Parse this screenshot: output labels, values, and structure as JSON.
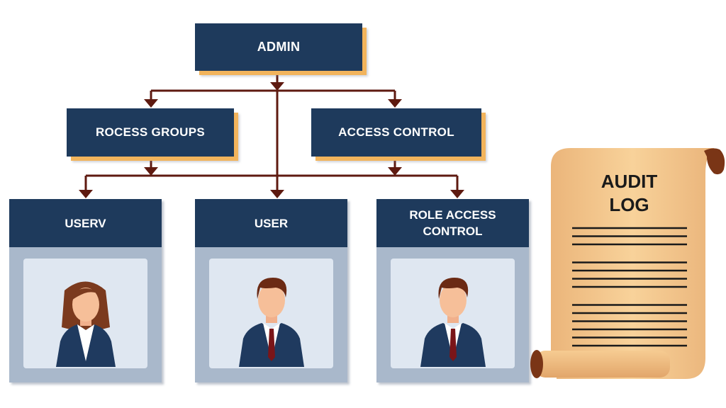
{
  "diagram": {
    "root": {
      "label": "ADMIN"
    },
    "level2": [
      {
        "label": "ROCESS GROUPS"
      },
      {
        "label": "ACCESS CONTROL"
      }
    ],
    "cards": [
      {
        "label": "USERV",
        "avatar": "female-user-icon"
      },
      {
        "label": "USER",
        "avatar": "male-user-icon"
      },
      {
        "label": "ROLE ACCESS CONTROL",
        "avatar": "male-user-icon"
      }
    ],
    "audit_log": {
      "title_line1": "AUDIT",
      "title_line2": "LOG",
      "line_groups": [
        3,
        4,
        6
      ]
    }
  },
  "colors": {
    "box": "#1e3a5c",
    "box_shadow": "#f2b45c",
    "connector": "#5e1a10",
    "card_body": "#a9b8cb",
    "photo_bg": "#dfe7f1",
    "scroll": "#f3c488",
    "scroll_roll": "#7a3516"
  }
}
